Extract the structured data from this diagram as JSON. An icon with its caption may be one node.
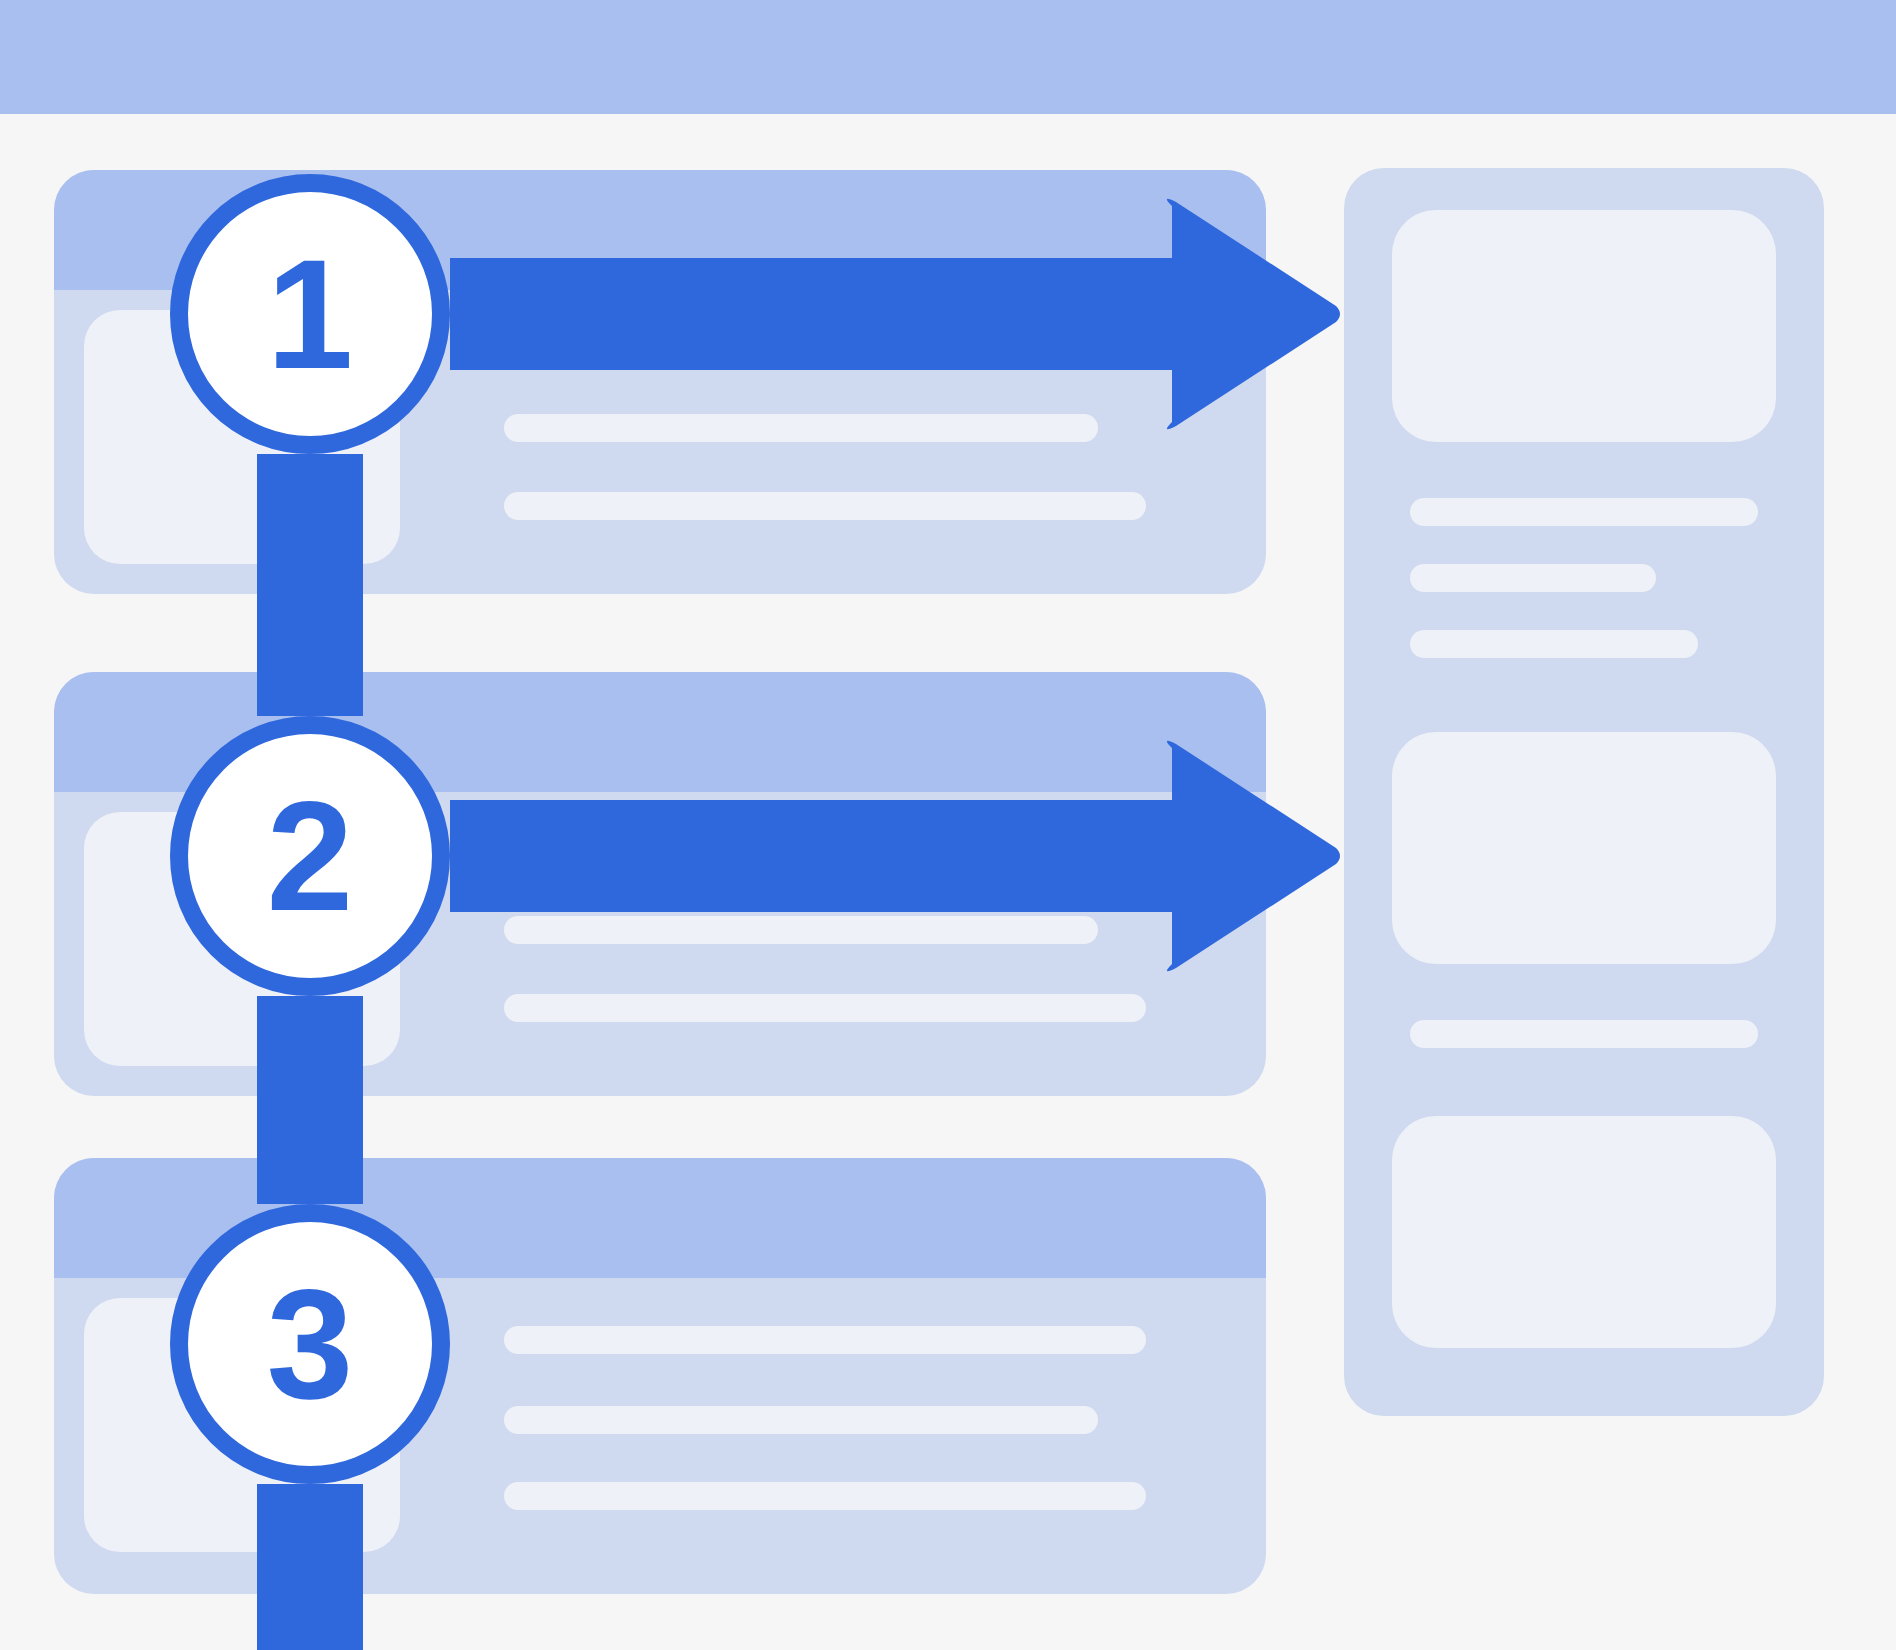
{
  "diagram": {
    "nodes": [
      {
        "text": [
          "1"
        ]
      },
      {
        "text": [
          "2"
        ]
      },
      {
        "text": [
          "3"
        ]
      },
      {
        "text": [],
        "shape": "box"
      }
    ],
    "edges": [
      {
        "from": 0,
        "to": 3,
        "arrow": "to"
      },
      {
        "from": 1,
        "to": 3,
        "arrow": "to"
      },
      {
        "from": 0,
        "to": 1,
        "arrow": "none"
      },
      {
        "from": 1,
        "to": 2,
        "arrow": "none"
      },
      {
        "from": 2,
        "to": null,
        "arrow": "none"
      }
    ]
  }
}
